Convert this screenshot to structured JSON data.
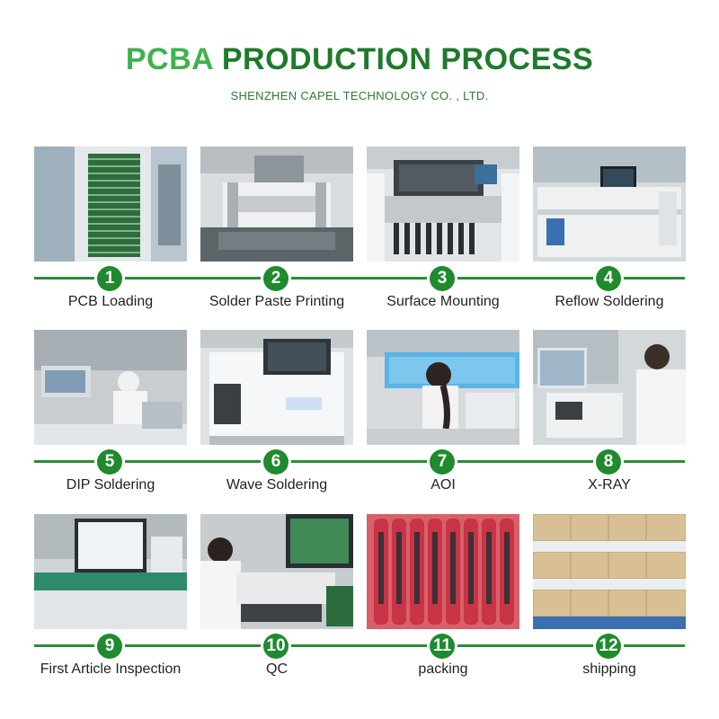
{
  "header": {
    "title_part1": "PCBA",
    "title_part2": "PRODUCTION PROCESS",
    "subtitle": "SHENZHEN CAPEL TECHNOLOGY CO. , LTD."
  },
  "colors": {
    "title_light_green": "#3fb24f",
    "title_dark_green": "#1e7a2c",
    "accent_green": "#1f8a2e",
    "line_green": "#2e8a3a"
  },
  "steps": [
    {
      "number": "1",
      "label": "PCB Loading",
      "photo": "pcb-loading-photo"
    },
    {
      "number": "2",
      "label": "Solder Paste Printing",
      "photo": "solder-paste-printer-photo"
    },
    {
      "number": "3",
      "label": "Surface Mounting",
      "photo": "smt-machine-photo"
    },
    {
      "number": "4",
      "label": "Reflow Soldering",
      "photo": "reflow-oven-photo"
    },
    {
      "number": "5",
      "label": "DIP Soldering",
      "photo": "dip-soldering-photo"
    },
    {
      "number": "6",
      "label": "Wave Soldering",
      "photo": "wave-soldering-machine-photo"
    },
    {
      "number": "7",
      "label": "AOI",
      "photo": "aoi-inspection-photo"
    },
    {
      "number": "8",
      "label": "X-RAY",
      "photo": "xray-inspection-photo"
    },
    {
      "number": "9",
      "label": "First Article Inspection",
      "photo": "first-article-inspection-photo"
    },
    {
      "number": "10",
      "label": "QC",
      "photo": "qc-inspection-photo"
    },
    {
      "number": "11",
      "label": "packing",
      "photo": "packing-photo"
    },
    {
      "number": "12",
      "label": "shipping",
      "photo": "shipping-boxes-photo"
    }
  ]
}
